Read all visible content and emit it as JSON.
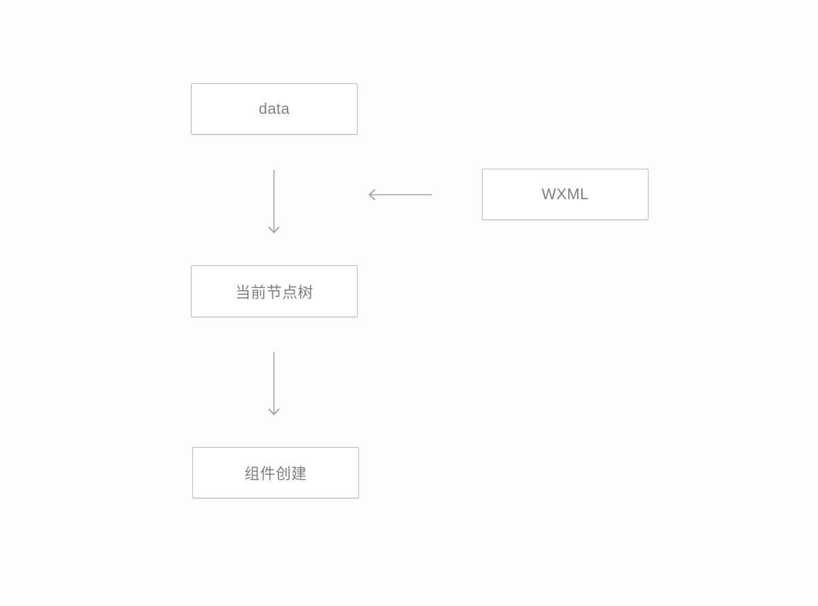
{
  "diagram": {
    "title": "WXML data-binding flow",
    "colors": {
      "background": "#fdfdfd",
      "box_border": "#bcbcbc",
      "box_fill": "#ffffff",
      "label_text": "#7d8186",
      "arrow": "#a3a3a3"
    },
    "nodes": [
      {
        "id": "data",
        "label": "data"
      },
      {
        "id": "wxml",
        "label": "WXML"
      },
      {
        "id": "current-node-tree",
        "label": "当前节点树"
      },
      {
        "id": "component-creation",
        "label": "组件创建"
      }
    ],
    "edges": [
      {
        "from": "data",
        "to": "current-node-tree",
        "direction": "down"
      },
      {
        "from": "wxml",
        "to": "data-flow",
        "direction": "left"
      },
      {
        "from": "current-node-tree",
        "to": "component-creation",
        "direction": "down"
      }
    ]
  }
}
